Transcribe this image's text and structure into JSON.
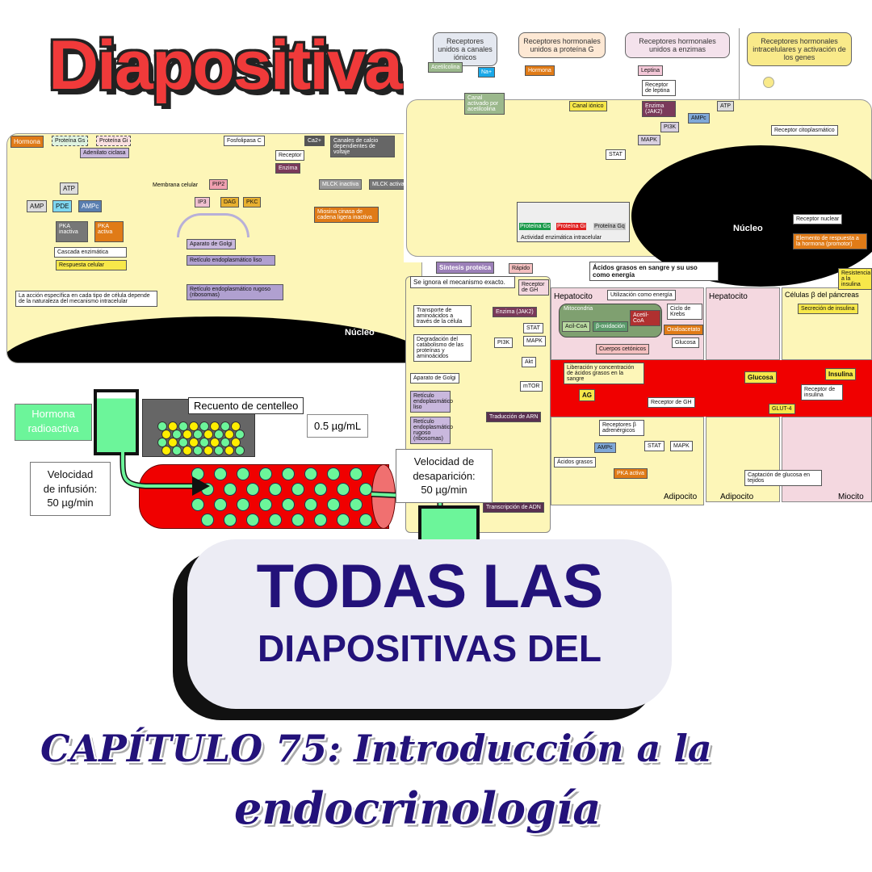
{
  "title": "Diapositiva",
  "left_diagram": {
    "labels": [
      "Hormona",
      "Proteína Gs",
      "Adenilato ciclasa",
      "Proteína Gi",
      "ATP",
      "AMP",
      "PDE",
      "AMPc",
      "PKA inactiva",
      "PKA activa",
      "Cascada enzimática",
      "Respuesta celular",
      "Fosfolipasa C",
      "Membrana celular",
      "PIP2",
      "IP3",
      "DAG",
      "PKC",
      "Aparato de Golgi",
      "Retículo endoplasmático liso",
      "Retículo endoplasmático rugoso (ribosomas)",
      "Ca2+",
      "Canales de calcio dependientes de voltaje",
      "Receptor",
      "Enzima",
      "MLCK inactiva",
      "MLCK activa",
      "Miosina cinasa de cadena ligera inactiva"
    ],
    "note": "La acción específica en cada tipo de célula depende de la naturaleza del mecanismo intracelular",
    "nucleus": "Núcleo"
  },
  "top_right": {
    "headers": [
      "Receptores unidos a canales iónicos",
      "Receptores hormonales unidos a proteína G",
      "Receptores hormonales unidos a enzimas",
      "Receptores hormonales intracelulares y activación de los genes"
    ],
    "labels": [
      "Acetilcolina",
      "Na+",
      "Hormona",
      "Leptina",
      "Canal activado por acetilcolina",
      "Canal iónico",
      "Receptor de leptina",
      "Enzima (JAK2)",
      "PI3K",
      "MAPK",
      "STAT",
      "ATP",
      "AMPc",
      "Receptor citoplasmático",
      "Proteína Gs",
      "Proteína Gi",
      "Proteína Gq",
      "Actividad enzimática intracelular"
    ],
    "nucleus": "Núcleo",
    "nuclear_receptor": "Receptor nuclear",
    "response_element": "Elemento de respuesta a la hormona (promotor)"
  },
  "middle_right": {
    "labels": [
      "Síntesis proteica",
      "Rápido",
      "Se ignora el mecanismo exacto.",
      "Receptor de GH",
      "Transporte de aminoácidos a través de la célula",
      "Degradación del catabolismo de las proteínas y aminoácidos",
      "Enzima (JAK2)",
      "STAT",
      "MAPK",
      "PI3K",
      "Akt",
      "mTOR",
      "Aparato de Golgi",
      "Retículo endoplasmático liso",
      "Retículo endoplasmático rugoso (ribosomas)",
      "Traducción de ARN",
      "Transcripción de ADN",
      "Ácidos grasos en sangre y su uso como energía",
      "Hepatocito",
      "Utilización como energía",
      "Mitocondria",
      "Acil-CoA",
      "β-oxidación",
      "Acetil-CoA",
      "Ciclo de Krebs",
      "Oxaloacetato",
      "Glucosa",
      "Cuerpos cetónicos",
      "Liberación y concentración de ácidos grasos en la sangre",
      "AG",
      "Receptor de GH",
      "Receptores β adrenérgicos",
      "AMPc",
      "STAT",
      "MAPK",
      "Ácidos grasos",
      "PKA activa",
      "Adipocito",
      "Células β del páncreas",
      "Secreción de insulina",
      "Resistencia a la insulina",
      "Glucosa",
      "Insulina",
      "Receptor de insulina",
      "GLUT-4",
      "Captación de glucosa en tejidos",
      "Miocito"
    ]
  },
  "infusion": {
    "source": "Hormona radioactiva",
    "counter": "Recuento de centelleo",
    "concentration": "0.5 µg/mL",
    "infusion_rate": [
      "Velocidad",
      "de infusión:",
      "50 µg/min"
    ],
    "disappearance_rate": [
      "Velocidad de",
      "desaparición:",
      "50 µg/min"
    ]
  },
  "banner": {
    "line1": "TODAS LAS",
    "line2": "DIAPOSITIVAS DEL"
  },
  "chapter": {
    "line1": "CAPÍTULO 75: Introducción a la",
    "line2": "endocrinología"
  },
  "colors": {
    "title_red": "#f03a3a",
    "navy": "#23127a",
    "cell_yellow": "#fdf6b8",
    "vessel_red": "#ff0000",
    "hormone_green": "#6cf59a"
  }
}
